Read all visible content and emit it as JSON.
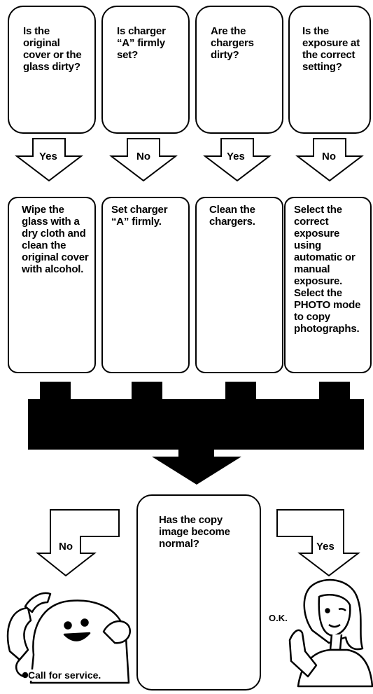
{
  "questions": [
    "Is the original cover or the glass dirty?",
    "Is charger “A” firmly set?",
    "Are the chargers dirty?",
    "Is the exposure at the correct setting?"
  ],
  "answers": [
    "Yes",
    "No",
    "Yes",
    "No"
  ],
  "actions": [
    "Wipe the glass with a dry cloth and clean the original cover with alcohol.",
    "Set charger “A” firmly.",
    "Clean the chargers.",
    "Select the correct exposure using automatic or manual exposure. Select the PHOTO mode to copy photographs."
  ],
  "final": {
    "question": "Has the copy image become normal?",
    "no_label": "No",
    "yes_label": "Yes",
    "no_result": "Call for service.",
    "yes_result": "O.K."
  }
}
